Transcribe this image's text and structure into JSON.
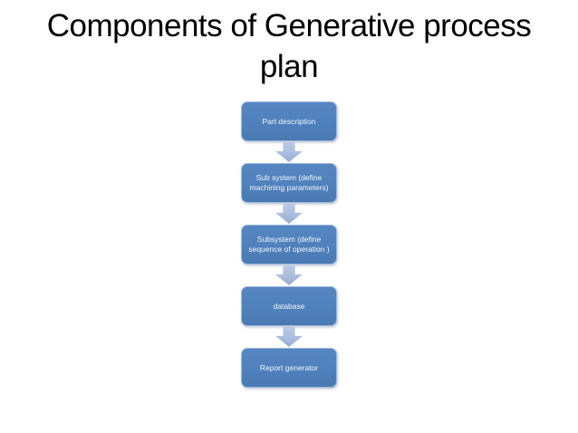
{
  "slide": {
    "title": "Components of Generative process\nplan",
    "flowchart": {
      "steps": [
        {
          "label": "Part description"
        },
        {
          "label": "Sub system (define\nmachining parameters)"
        },
        {
          "label": "Subsystem (define\nsequence of operation )"
        },
        {
          "label": "database"
        },
        {
          "label": "Report generator"
        }
      ],
      "connector": "down-arrow"
    },
    "colors": {
      "background": "#ffffff",
      "title_color": "#000000",
      "box_fill": "#4f81bd",
      "box_text": "#f2f5fb",
      "arrow_fill": "#a9bedd"
    }
  }
}
